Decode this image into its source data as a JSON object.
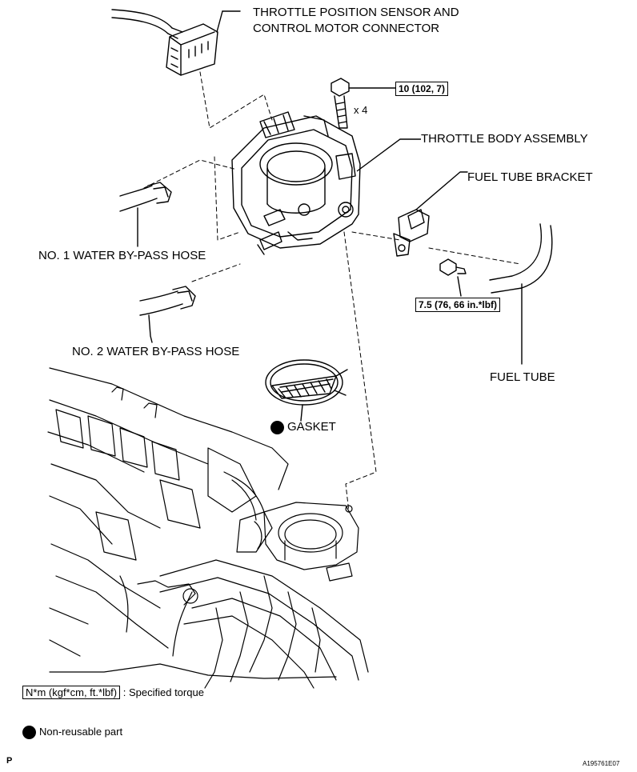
{
  "labels": {
    "tps_connector_line1": "THROTTLE POSITION SENSOR AND",
    "tps_connector_line2": "CONTROL MOTOR CONNECTOR",
    "throttle_body": "THROTTLE BODY ASSEMBLY",
    "fuel_tube_bracket": "FUEL TUBE BRACKET",
    "water_hose_1": "NO. 1 WATER BY-PASS HOSE",
    "water_hose_2": "NO. 2 WATER BY-PASS HOSE",
    "fuel_tube": "FUEL TUBE",
    "gasket": "GASKET",
    "bolt_count": "x 4"
  },
  "torque": {
    "throttle_body_bolts": "10 (102, 7)",
    "bracket_bolt": "7.5 (76, 66 in.*lbf)"
  },
  "legend": {
    "torque_units": "N*m (kgf*cm, ft.*lbf)",
    "torque_text": ": Specified torque",
    "nonreusable_text": "Non-reusable part"
  },
  "footer": {
    "left_code": "P",
    "right_code": "A195761E07"
  }
}
